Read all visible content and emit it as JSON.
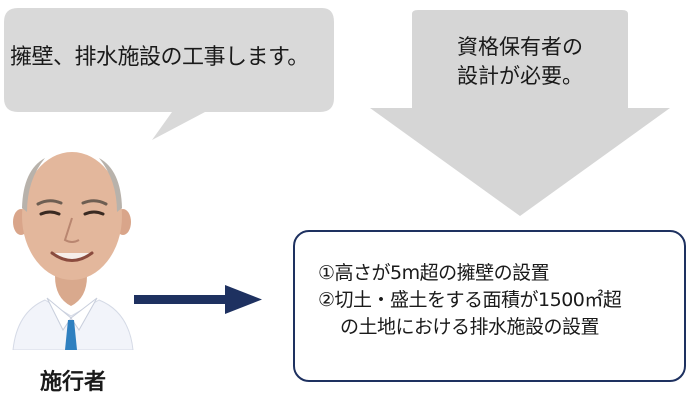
{
  "speech_bubble": {
    "text": "擁壁、排水施設の工事します。"
  },
  "callout_arrow": {
    "line1": "資格保有者の",
    "line2": "設計が必要。"
  },
  "person": {
    "label": "施行者"
  },
  "requirements": {
    "item1": "①高さが5m超の擁壁の設置",
    "item2": "②切土・盛土をする面積が1500㎡超",
    "item2_cont": "の土地における排水施設の設置"
  },
  "colors": {
    "gray_shape": "#d9d9d9",
    "navy": "#1e3160",
    "shirt": "#f4f6fb",
    "tie": "#2f80c0"
  },
  "icons": {
    "person": "bald-man-illustration",
    "arrow": "right-arrow-icon"
  }
}
